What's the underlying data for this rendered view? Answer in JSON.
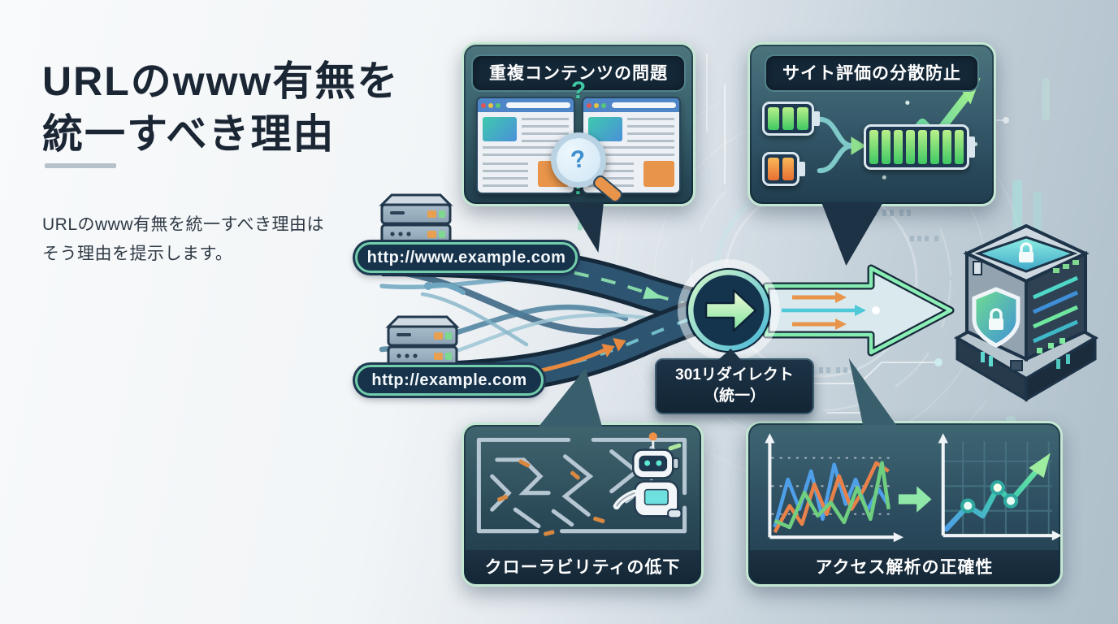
{
  "title": {
    "line1": "URLのwww有無を",
    "line2": "統一すべき理由"
  },
  "subtitle": {
    "line1": "URLのwww有無を統一すべき理由は",
    "line2": "そう理由を提示します。"
  },
  "flow": {
    "url_www": "http://www.example.com",
    "url_bare": "http://example.com",
    "redirect_line1": "301リダイレクト",
    "redirect_line2": "（統一）"
  },
  "panels": {
    "duplicate_content": {
      "label": "重複コンテンツの問題",
      "question_mark": "?"
    },
    "site_evaluation": {
      "label": "サイト評価の分散防止"
    },
    "crawlability": {
      "label": "クローラビリティの低下"
    },
    "analytics": {
      "label": "アクセス解析の正確性"
    }
  },
  "colors": {
    "title_text": "#1b2634",
    "panel_teal": "#3f6671",
    "header_navy": "#142737",
    "road_navy": "#2d5471",
    "accent_green": "#7fe3a0",
    "accent_teal": "#4fc8d8",
    "accent_orange": "#e8944a"
  }
}
